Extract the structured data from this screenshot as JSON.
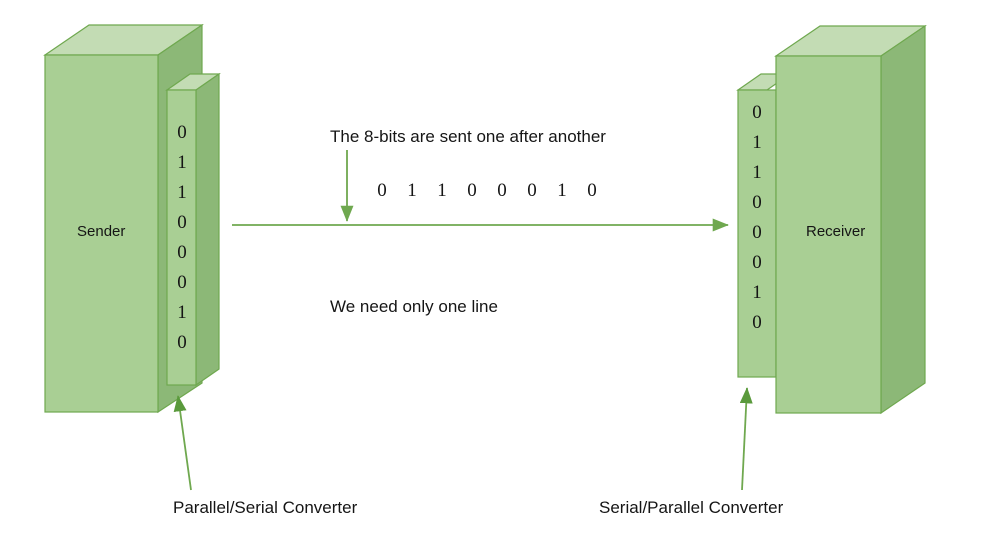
{
  "diagram": {
    "title": "Serial transmission between sender and receiver",
    "background": "#ffffff",
    "palette": {
      "box_front": "#a9cf94",
      "box_top": "#c3dcb4",
      "box_side": "#8cb877",
      "box_stroke": "#6fa84f",
      "arrow": "#6fa84f",
      "arrow_dark": "#5a9a3c",
      "text": "#151515"
    }
  },
  "sender": {
    "label": "Sender",
    "bits": [
      "0",
      "1",
      "1",
      "0",
      "0",
      "0",
      "1",
      "0"
    ],
    "converter_caption": "Parallel/Serial Converter"
  },
  "receiver": {
    "label": "Receiver",
    "bits": [
      "0",
      "1",
      "1",
      "0",
      "0",
      "0",
      "1",
      "0"
    ],
    "converter_caption": "Serial/Parallel Converter"
  },
  "channel": {
    "note_top": "The 8-bits are sent one after another",
    "note_bottom": "We need only one line",
    "serial_bits": [
      "0",
      "1",
      "1",
      "0",
      "0",
      "0",
      "1",
      "0"
    ]
  }
}
